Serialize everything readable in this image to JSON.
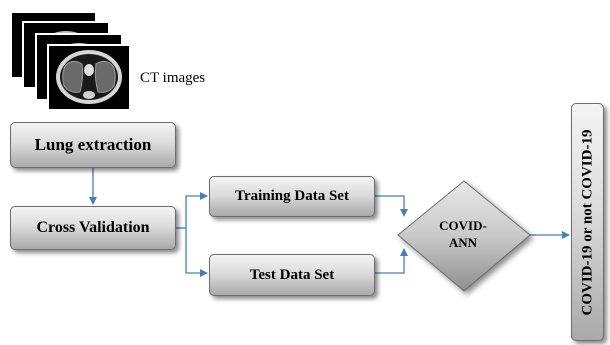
{
  "diagram": {
    "ct_images_label": "CT images",
    "steps": {
      "lung_extraction": "Lung extraction",
      "cross_validation": "Cross Validation",
      "training_set": "Training Data Set",
      "test_set": "Test Data Set",
      "classifier": [
        "COVID-",
        "ANN"
      ],
      "output": "COVID-19  or not COVID-19"
    },
    "colors": {
      "arrow": "#4a7ebb",
      "box_top": "#f4f4f4",
      "box_bottom": "#a9a9a9",
      "border": "#6d6d6d"
    }
  }
}
